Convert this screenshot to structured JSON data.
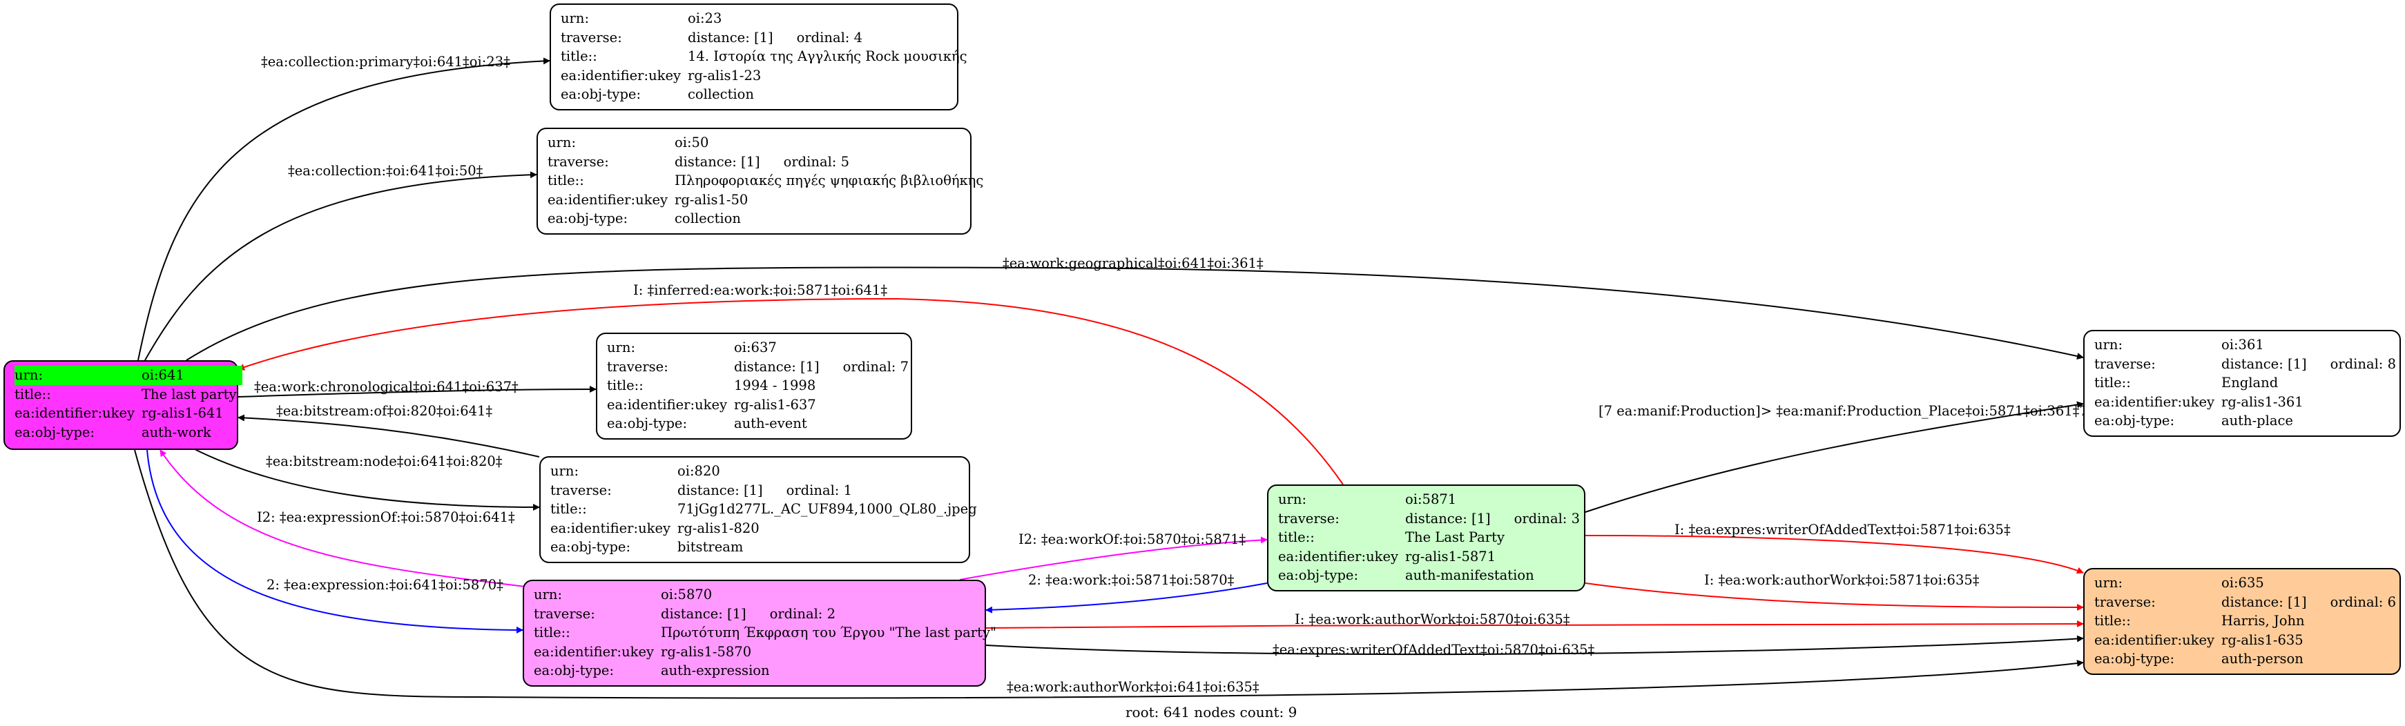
{
  "nodes": {
    "n641": {
      "urn": "oi:641",
      "title": "The last party",
      "ukey": "rg-alis1-641",
      "objtype": "auth-work",
      "fill": "#ff33ff"
    },
    "n23": {
      "urn": "oi:23",
      "distance": "distance: [1]",
      "ordinal": "ordinal: 4",
      "title": "14. Ιστορία της Αγγλικής Rock μουσικής",
      "ukey": "rg-alis1-23",
      "objtype": "collection",
      "fill": "#ffffff"
    },
    "n50": {
      "urn": "oi:50",
      "distance": "distance: [1]",
      "ordinal": "ordinal: 5",
      "title": "Πληροφοριακές πηγές ψηφιακής βιβλιοθήκης",
      "ukey": "rg-alis1-50",
      "objtype": "collection",
      "fill": "#ffffff"
    },
    "n637": {
      "urn": "oi:637",
      "distance": "distance: [1]",
      "ordinal": "ordinal: 7",
      "title": "1994 - 1998",
      "ukey": "rg-alis1-637",
      "objtype": "auth-event",
      "fill": "#ffffff"
    },
    "n820": {
      "urn": "oi:820",
      "distance": "distance: [1]",
      "ordinal": "ordinal: 1",
      "title": "71jGg1d277L._AC_UF894,1000_QL80_.jpeg",
      "ukey": "rg-alis1-820",
      "objtype": "bitstream",
      "fill": "#ffffff"
    },
    "n5870": {
      "urn": "oi:5870",
      "distance": "distance: [1]",
      "ordinal": "ordinal: 2",
      "title": "Πρωτότυπη Έκφραση του Έργου \"The last party\"",
      "ukey": "rg-alis1-5870",
      "objtype": "auth-expression",
      "fill": "#ff99ff"
    },
    "n5871": {
      "urn": "oi:5871",
      "distance": "distance: [1]",
      "ordinal": "ordinal: 3",
      "title": "The Last Party",
      "ukey": "rg-alis1-5871",
      "objtype": "auth-manifestation",
      "fill": "#ccffcc"
    },
    "n361": {
      "urn": "oi:361",
      "distance": "distance: [1]",
      "ordinal": "ordinal: 8",
      "title": "England",
      "ukey": "rg-alis1-361",
      "objtype": "auth-place",
      "fill": "#ffffff"
    },
    "n635": {
      "urn": "oi:635",
      "distance": "distance: [1]",
      "ordinal": "ordinal: 6",
      "title": "Harris, John",
      "ukey": "rg-alis1-635",
      "objtype": "auth-person",
      "fill": "#ffcc99"
    }
  },
  "keys": {
    "urn": "urn:",
    "traverse": "traverse:",
    "title": "title::",
    "ukey": "ea:identifier:ukey",
    "objtype": "ea:obj-type:"
  },
  "edges": [
    {
      "id": "e1",
      "label": "‡ea:collection:primary‡oi:641‡oi:23‡",
      "color": "#000000"
    },
    {
      "id": "e2",
      "label": "‡ea:collection:‡oi:641‡oi:50‡",
      "color": "#000000"
    },
    {
      "id": "e3",
      "label": "‡ea:work:geographical‡oi:641‡oi:361‡",
      "color": "#000000"
    },
    {
      "id": "e4",
      "label": "I: ‡inferred:ea:work:‡oi:5871‡oi:641‡",
      "color": "#ff0000"
    },
    {
      "id": "e5",
      "label": "‡ea:work:chronological‡oi:641‡oi:637‡",
      "color": "#000000"
    },
    {
      "id": "e6",
      "label": "‡ea:bitstream:of‡oi:820‡oi:641‡",
      "color": "#000000"
    },
    {
      "id": "e7",
      "label": "‡ea:bitstream:node‡oi:641‡oi:820‡",
      "color": "#000000"
    },
    {
      "id": "e8",
      "label": "I2: ‡ea:expressionOf:‡oi:5870‡oi:641‡",
      "color": "#ff00ff"
    },
    {
      "id": "e9",
      "label": "2: ‡ea:expression:‡oi:641‡oi:5870‡",
      "color": "#0000ff"
    },
    {
      "id": "e10",
      "label": "I2: ‡ea:workOf:‡oi:5870‡oi:5871‡",
      "color": "#ff00ff"
    },
    {
      "id": "e11",
      "label": "2: ‡ea:work:‡oi:5871‡oi:5870‡",
      "color": "#0000ff"
    },
    {
      "id": "e12",
      "label": "[7 ea:manif:Production]> ‡ea:manif:Production_Place‡oi:5871‡oi:361‡7",
      "color": "#000000"
    },
    {
      "id": "e13",
      "label": "I: ‡ea:expres:writerOfAddedText‡oi:5871‡oi:635‡",
      "color": "#ff0000"
    },
    {
      "id": "e14",
      "label": "I: ‡ea:work:authorWork‡oi:5871‡oi:635‡",
      "color": "#ff0000"
    },
    {
      "id": "e15",
      "label": "I: ‡ea:work:authorWork‡oi:5870‡oi:635‡",
      "color": "#ff0000"
    },
    {
      "id": "e16",
      "label": "‡ea:expres:writerOfAddedText‡oi:5870‡oi:635‡",
      "color": "#000000"
    },
    {
      "id": "e17",
      "label": "‡ea:work:authorWork‡oi:641‡oi:635‡",
      "color": "#000000"
    }
  ],
  "footer": "root: 641 nodes count: 9"
}
